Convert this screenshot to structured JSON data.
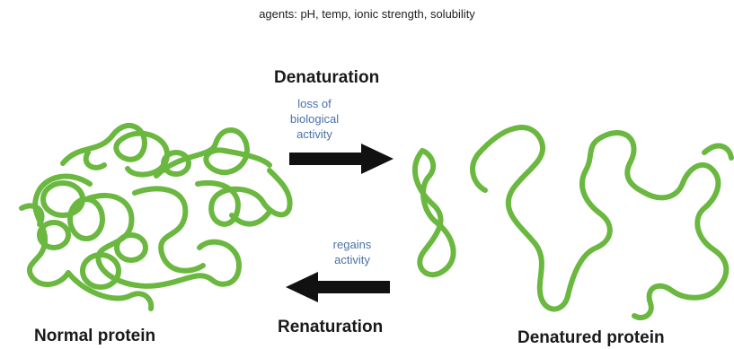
{
  "agents_text": "agents: pH, temp, ionic strength, solubility",
  "denaturation": {
    "title": "Denaturation",
    "note_lines": [
      "loss of",
      "biological",
      "activity"
    ]
  },
  "renaturation": {
    "title": "Renaturation",
    "note_lines": [
      "regains",
      "activity"
    ]
  },
  "labels": {
    "normal": "Normal protein",
    "denatured": "Denatured protein"
  },
  "colors": {
    "strand": "#6ab83f",
    "arrow": "#111111",
    "note_text": "#4a72a8"
  }
}
